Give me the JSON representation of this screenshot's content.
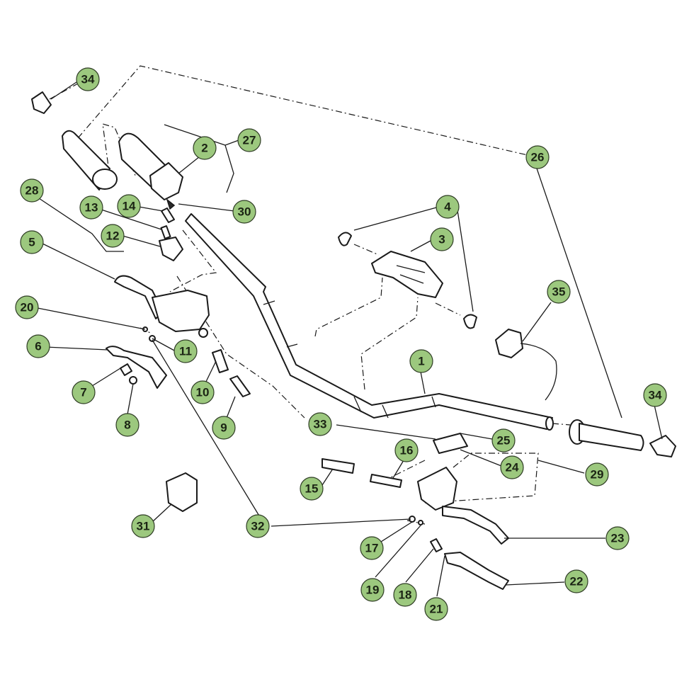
{
  "colors": {
    "callout_fill": "#9cc87e",
    "callout_stroke": "#2f3d25",
    "line": "#1a1a1a",
    "background": "#ffffff"
  },
  "callouts": [
    {
      "id": "c34a",
      "label": "34"
    },
    {
      "id": "c2",
      "label": "2"
    },
    {
      "id": "c27",
      "label": "27"
    },
    {
      "id": "c26",
      "label": "26"
    },
    {
      "id": "c28",
      "label": "28"
    },
    {
      "id": "c13",
      "label": "13"
    },
    {
      "id": "c14",
      "label": "14"
    },
    {
      "id": "c30",
      "label": "30"
    },
    {
      "id": "c4",
      "label": "4"
    },
    {
      "id": "c12",
      "label": "12"
    },
    {
      "id": "c3",
      "label": "3"
    },
    {
      "id": "c5",
      "label": "5"
    },
    {
      "id": "c35",
      "label": "35"
    },
    {
      "id": "c20",
      "label": "20"
    },
    {
      "id": "c6",
      "label": "6"
    },
    {
      "id": "c11",
      "label": "11"
    },
    {
      "id": "c1",
      "label": "1"
    },
    {
      "id": "c7",
      "label": "7"
    },
    {
      "id": "c10",
      "label": "10"
    },
    {
      "id": "c34b",
      "label": "34"
    },
    {
      "id": "c8",
      "label": "8"
    },
    {
      "id": "c9",
      "label": "9"
    },
    {
      "id": "c33",
      "label": "33"
    },
    {
      "id": "c25",
      "label": "25"
    },
    {
      "id": "c16",
      "label": "16"
    },
    {
      "id": "c24",
      "label": "24"
    },
    {
      "id": "c29",
      "label": "29"
    },
    {
      "id": "c15",
      "label": "15"
    },
    {
      "id": "c31",
      "label": "31"
    },
    {
      "id": "c32",
      "label": "32"
    },
    {
      "id": "c23",
      "label": "23"
    },
    {
      "id": "c17",
      "label": "17"
    },
    {
      "id": "c22",
      "label": "22"
    },
    {
      "id": "c19",
      "label": "19"
    },
    {
      "id": "c18",
      "label": "18"
    },
    {
      "id": "c21",
      "label": "21"
    }
  ]
}
